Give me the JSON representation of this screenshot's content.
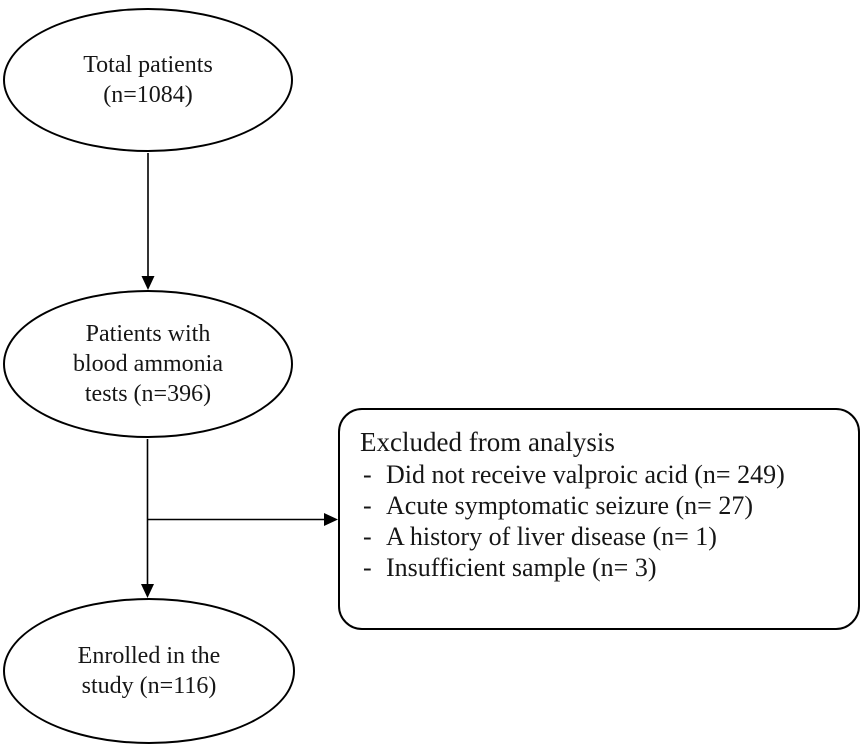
{
  "nodes": {
    "total": {
      "text": "Total patients\n(n=1084)"
    },
    "ammonia": {
      "text": "Patients with\nblood ammonia\ntests (n=396)"
    },
    "enrolled": {
      "text": "Enrolled in the\nstudy (n=116)"
    }
  },
  "exclusion_box": {
    "title": "Excluded from analysis",
    "bullet": "-",
    "items": [
      "Did not receive valproic acid (n= 249)",
      "Acute symptomatic seizure (n= 27)",
      "A history of liver disease (n= 1)",
      "Insufficient sample (n= 3)"
    ]
  },
  "colors": {
    "stroke": "#000000",
    "text": "#161616",
    "background": "#ffffff"
  }
}
